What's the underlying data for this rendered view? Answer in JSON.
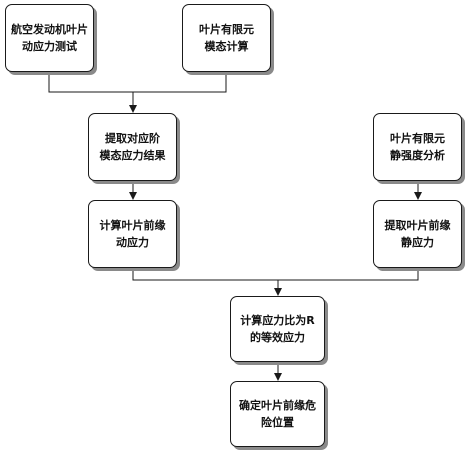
{
  "diagram": {
    "nodes": [
      {
        "id": "n1",
        "label": "航空发动机叶片\n动应力测试"
      },
      {
        "id": "n2",
        "label": "叶片有限元\n模态计算"
      },
      {
        "id": "n3",
        "label": "提取对应阶\n模态应力结果"
      },
      {
        "id": "n4",
        "label": "叶片有限元\n静强度分析"
      },
      {
        "id": "n5",
        "label": "计算叶片前缘\n动应力"
      },
      {
        "id": "n6",
        "label": "提取叶片前缘\n静应力"
      },
      {
        "id": "n7",
        "label": "计算应力比为R\n的等效应力"
      },
      {
        "id": "n8",
        "label": "确定叶片前缘危\n险位置"
      }
    ],
    "edges": [
      {
        "from": [
          "n1",
          "n2"
        ],
        "to": "n3"
      },
      {
        "from": [
          "n3"
        ],
        "to": "n5"
      },
      {
        "from": [
          "n4"
        ],
        "to": "n6"
      },
      {
        "from": [
          "n5",
          "n6"
        ],
        "to": "n7"
      },
      {
        "from": [
          "n7"
        ],
        "to": "n8"
      }
    ],
    "colors": {
      "stroke": "#1a1a1a",
      "shadow": "#8a8a8a",
      "text": "#111111",
      "background": "#ffffff"
    }
  }
}
